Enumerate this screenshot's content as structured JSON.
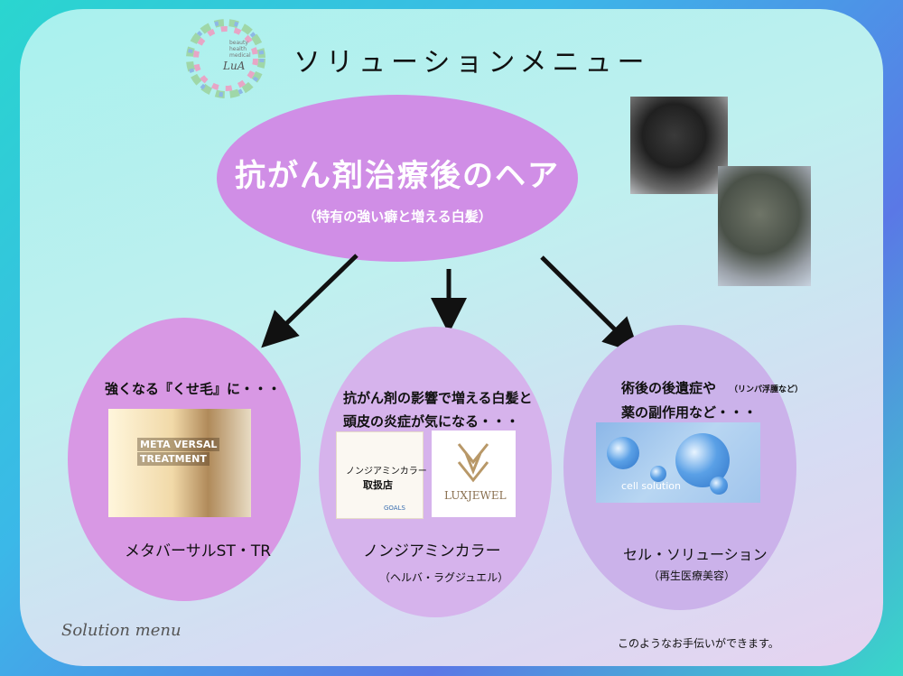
{
  "title": "ソリューションメニュー",
  "logo": {
    "lines": [
      "beauty",
      "health",
      "medical"
    ],
    "mark": "LuA"
  },
  "hero": {
    "main": "抗がん剤治療後のヘア",
    "sub": "（特有の強い癖と増える白髪）"
  },
  "columns": [
    {
      "heading": "強くなる『くせ毛』に・・・",
      "name": "メタバーサルST・TR",
      "image_text": [
        "META VERSAL",
        "TREATMENT"
      ]
    },
    {
      "heading1": "抗がん剤の影響で増える白髪と",
      "heading2": "頭皮の炎症が気になる・・・",
      "name": "ノンジアミンカラー",
      "sub": "（ヘルバ・ラグジュエル）",
      "badge1": "ノンジアミンカラー",
      "badge2": "取扱店",
      "badge_foot": "GOALS",
      "brand": "LUXJEWEL"
    },
    {
      "heading1": "術後の後遺症や",
      "heading1_small": "（リンパ浮腫など）",
      "heading2": "薬の副作用など・・・",
      "name": "セル・ソリューション",
      "sub": "（再生医療美容）",
      "image_text": "cell solution"
    }
  ],
  "footer_left": "Solution  menu",
  "footer_right": "このようなお手伝いができます。"
}
